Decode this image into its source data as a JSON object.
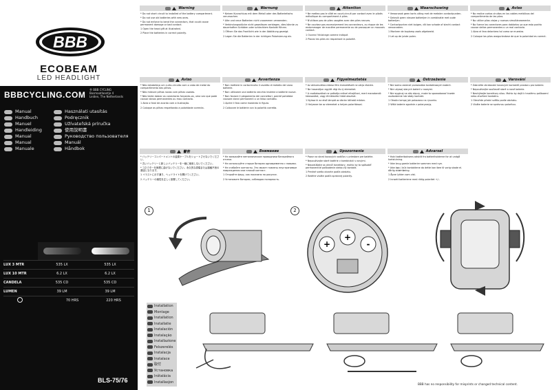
{
  "brand": {
    "logo_text": "BBB",
    "model": "ECOBEAM",
    "subtitle": "LED HEADLIGHT",
    "website": "BBBCYCLING.COM",
    "company_lines": [
      "® BBB CYCLING",
      "Bosmaatlaantje 4",
      "Leiden, The Netherlands"
    ]
  },
  "languages_left": [
    {
      "code": "GB",
      "label": "Manual"
    },
    {
      "code": "DE",
      "label": "Handbuch"
    },
    {
      "code": "FR",
      "label": "Manuel"
    },
    {
      "code": "NL",
      "label": "Handleiding"
    },
    {
      "code": "ES",
      "label": "Manual"
    },
    {
      "code": "PT",
      "label": "Manual"
    },
    {
      "code": "IT",
      "label": "Manuale"
    }
  ],
  "languages_right": [
    {
      "code": "HU",
      "label": "Használati utasítás"
    },
    {
      "code": "CZ",
      "label": "Podręcznik"
    },
    {
      "code": "SK",
      "label": "Užívateľská príručka"
    },
    {
      "code": "JP",
      "label": "使用說明書"
    },
    {
      "code": "RU",
      "label": "Руководство пользователя"
    },
    {
      "code": "SI",
      "label": "Manuál"
    },
    {
      "code": "SE",
      "label": "Håndbok"
    }
  ],
  "specs": {
    "rows": [
      {
        "label": "LUX 3 MTR",
        "low": "535 LX",
        "high": "535 LX"
      },
      {
        "label": "LUX 10 MTR",
        "low": "6.2 LX",
        "high": "6.2 LX"
      },
      {
        "label": "CANDELA",
        "low": "535 CD",
        "high": "535 CD"
      },
      {
        "label": "LUMEN",
        "low": "39 LM",
        "high": "39 LM"
      },
      {
        "label": "",
        "low": "70 HRS",
        "high": "220 HRS"
      }
    ]
  },
  "model_number": "BLS-75/76",
  "warnings": [
    {
      "title": "Warning",
      "lines": [
        "* Do not short circuit to installed of the battery compartment.",
        "* Do not use old batteries with new ones.",
        "* Do not enforce to bend the connectors, that could cause permanent damage or bad contact.",
        "1 Open the head gift at illustrated.",
        "2 Place the batteries in correct polarity."
      ]
    },
    {
      "title": "Warnung",
      "lines": [
        "* Keinen Kurzschluss mit dem Metall oder des Batteriefachs verursachen.",
        "* Alte und neue Batterien nicht zusammen verwenden.",
        "* Verbindungsstücke nicht gewaltsam verbiegen, dies könnte zu dauerhaften Schäden oder schlechtem Kontakt führen.",
        "1 Öffnen Sie das Frontlicht wie in der Abbildung gezeigt.",
        "2 Legen Sie die Batterien in der richtigen Polarisierung ein."
      ]
    },
    {
      "title": "Attention",
      "lines": [
        "* Ne mettez pas le côté en court-circuit par contact avec le pilotis métallique du compartiment à piles.",
        "* N'utilisez pas de piles usagées avec des piles neuves.",
        "* Ne courbez pas excessivement les connecteurs, au risque de les endommager de manière permanente ou de provoquer un mauvais contact.",
        "1 Ouvrez l'éclairage comme indiqué.",
        "2 Placez les piles en respectant la polarité."
      ]
    },
    {
      "title": "Waarschuwing",
      "lines": [
        "* Veroorzaak geen korts uiting met de metalen contactpunten.",
        "* Gebruik geen nieuwe batterijen in combinatie met oude batterijen.",
        "* Contactpunten niet buigen, dit kan schade of slecht contact veroorzaken.",
        "1 Monteer de koplamp zoals afgebeeld.",
        "2 Let op de juiste polen."
      ]
    },
    {
      "title": "Aviso",
      "lines": [
        "* No realice cortos ciruitos en los cables metálicos del compartimento de las pilas.",
        "* No utilice pilas viejas y nuevas simultáneamente.",
        "* No fuerce los conectores para doblarlos ya que esto podría causar daños permanentes o un mal contacto.",
        "1 Abra el faro delantero tal como se muestra.",
        "2 Coloque las pilas asegurándose de que la polaridad es correct."
      ]
    },
    {
      "title": "Aviso",
      "lines": [
        "* Não estabeleça um curto-circuito com o cabo de metal do compartimento das pilhas.",
        "* Não misture pilhas novas com pilhas usadas.",
        "* Não tente dobrar os conectores forçando-os, uma vez que pode causar danos permanentes ou mau contacto.",
        "1 Abra o farol de acordo com a ilustração.",
        "2 Coloque as pilhas respeitando a polaridade correcta."
      ]
    },
    {
      "title": "Avvertenza",
      "lines": [
        "* Non mettere in cortocircuito il cavetto di metallo del vano batterie.",
        "* Non utilizzare una batteria vecchia insieme a batterie nuove.",
        "* Non forzare il piegamento dei connettori, poiché potrebbe causare danni permanenti o un falso contatto.",
        "1 Aprire il faro come mostrato in figura.",
        "2 Collocare le batterie con la polarità corretta."
      ]
    },
    {
      "title": "Figyelmeztetés",
      "lines": [
        "* Az akkumulátor-rekesz fém kivezetéseit ne zárja rövidre.",
        "* Ne használjon együtt régi és új elemeket.",
        "* A csatlakozókat ne próbálja erővel elhajlítani, mert maradandó károsodást, vagy érintkezési hibát okozhat.",
        "1 Nyissa ki az első lámpát az ábrán látható módon.",
        "2 Helyezze be az elemeket a helyes polaritással."
      ]
    },
    {
      "title": "Ostrzeżenie",
      "lines": [
        "* Nie wolno zwierać przewodów kontaktowych baterii.",
        "* Nie używaj starych baterii z nowymi.",
        "* Nie wyginaj na siłę złączy, może to spowodować trwałe uszkodzenie lub słaby kontakt.",
        "1 Otwórz lampę jak pokazano na rysunku.",
        "2 Włóż baterie zgodnie z polaryzacją."
      ]
    },
    {
      "title": "Varování",
      "lines": [
        "* Zabraňte zkratování kovových kontaktů prostoru pro baterie.",
        "* Nepoužívejte současně staré a nové baterie.",
        "* Neohýbejte konektory silou. Mohlo by dojít k trvalému poškození nebo zhoršení kontaktu.",
        "1 Otevřete přední světlo podle obrázku.",
        "2 Vložte baterie se správnou polaritou."
      ]
    },
    {
      "title": "警告",
      "lines": [
        "* バッテリーコンパートメントの金属ケーブルをショートさせないでください。",
        "* 古いバッテリーと新しいバッテリーを一緒に使用しないでください。",
        "* コネクターを無理に曲げないでください。永久的な損傷または接触不良の原因となります。",
        "1 イラストに示す通り、ヘッドライトを開けてください。",
        "2 バッテリーの極性を正しく設置してください。"
      ]
    },
    {
      "title": "Внимание",
      "lines": [
        "* Не замыкайте металлические проводники батарейного отсека.",
        "* Не используйте старые батареи одновременно с новыми.",
        "* Не сгибайте контакты. Это может повлечь неустранимые повреждения или плохой контакт.",
        "1 Откройте фару, как показано на рисунке.",
        "2 Установите батареи, соблюдая полярность."
      ]
    },
    {
      "title": "Upozornenie",
      "lines": [
        "* Pozor na skrat kovových vodičov v priestore pre batérie.",
        "* Nepoužívajte staré batérie v kombinácii s novými.",
        "* Nepokúšajte sa ohnúť konektory, mohlo by to spôsobiť permanentné poškodenie alebo zlý kontakt.",
        "1 Predné svetlo otvorte podľa obrázku.",
        "2 Batérie vložte podľa správnej polarity."
      ]
    },
    {
      "title": "Advarsel",
      "lines": [
        "* Hold batteriboksens adskilt fra batteriholderne for at undgå kortslutning.",
        "* Ikke brug gamle batterier sammen med nye.",
        "* Ikke bøy / bük kontaktene da dette kan føre til varig skade el. dårlig strømføring.",
        "1 Åpne lykten som vist.",
        "2 Innsett batteriene med riktig polaritet +/-."
      ]
    }
  ],
  "installation": [
    {
      "code": "GB",
      "label": "Installation"
    },
    {
      "code": "DE",
      "label": "Montage"
    },
    {
      "code": "FR",
      "label": "Installation"
    },
    {
      "code": "NL",
      "label": "Installatie"
    },
    {
      "code": "ES",
      "label": "Instalación"
    },
    {
      "code": "PT",
      "label": "Instalação"
    },
    {
      "code": "IT",
      "label": "Installazione"
    },
    {
      "code": "HU",
      "label": "Felszerelés"
    },
    {
      "code": "PL",
      "label": "Instalacja"
    },
    {
      "code": "CZ",
      "label": "Instalace"
    },
    {
      "code": "JP",
      "label": "取付"
    },
    {
      "code": "RU",
      "label": "Установка"
    },
    {
      "code": "SK",
      "label": "Inštalácia"
    },
    {
      "code": "DK",
      "label": "Installasjon"
    }
  ],
  "step_numbers": [
    "1",
    "2"
  ],
  "battery_signs": [
    "+",
    "+",
    "-"
  ],
  "disclaimer": "BBB has no responsibility for misprints or changed technical content."
}
